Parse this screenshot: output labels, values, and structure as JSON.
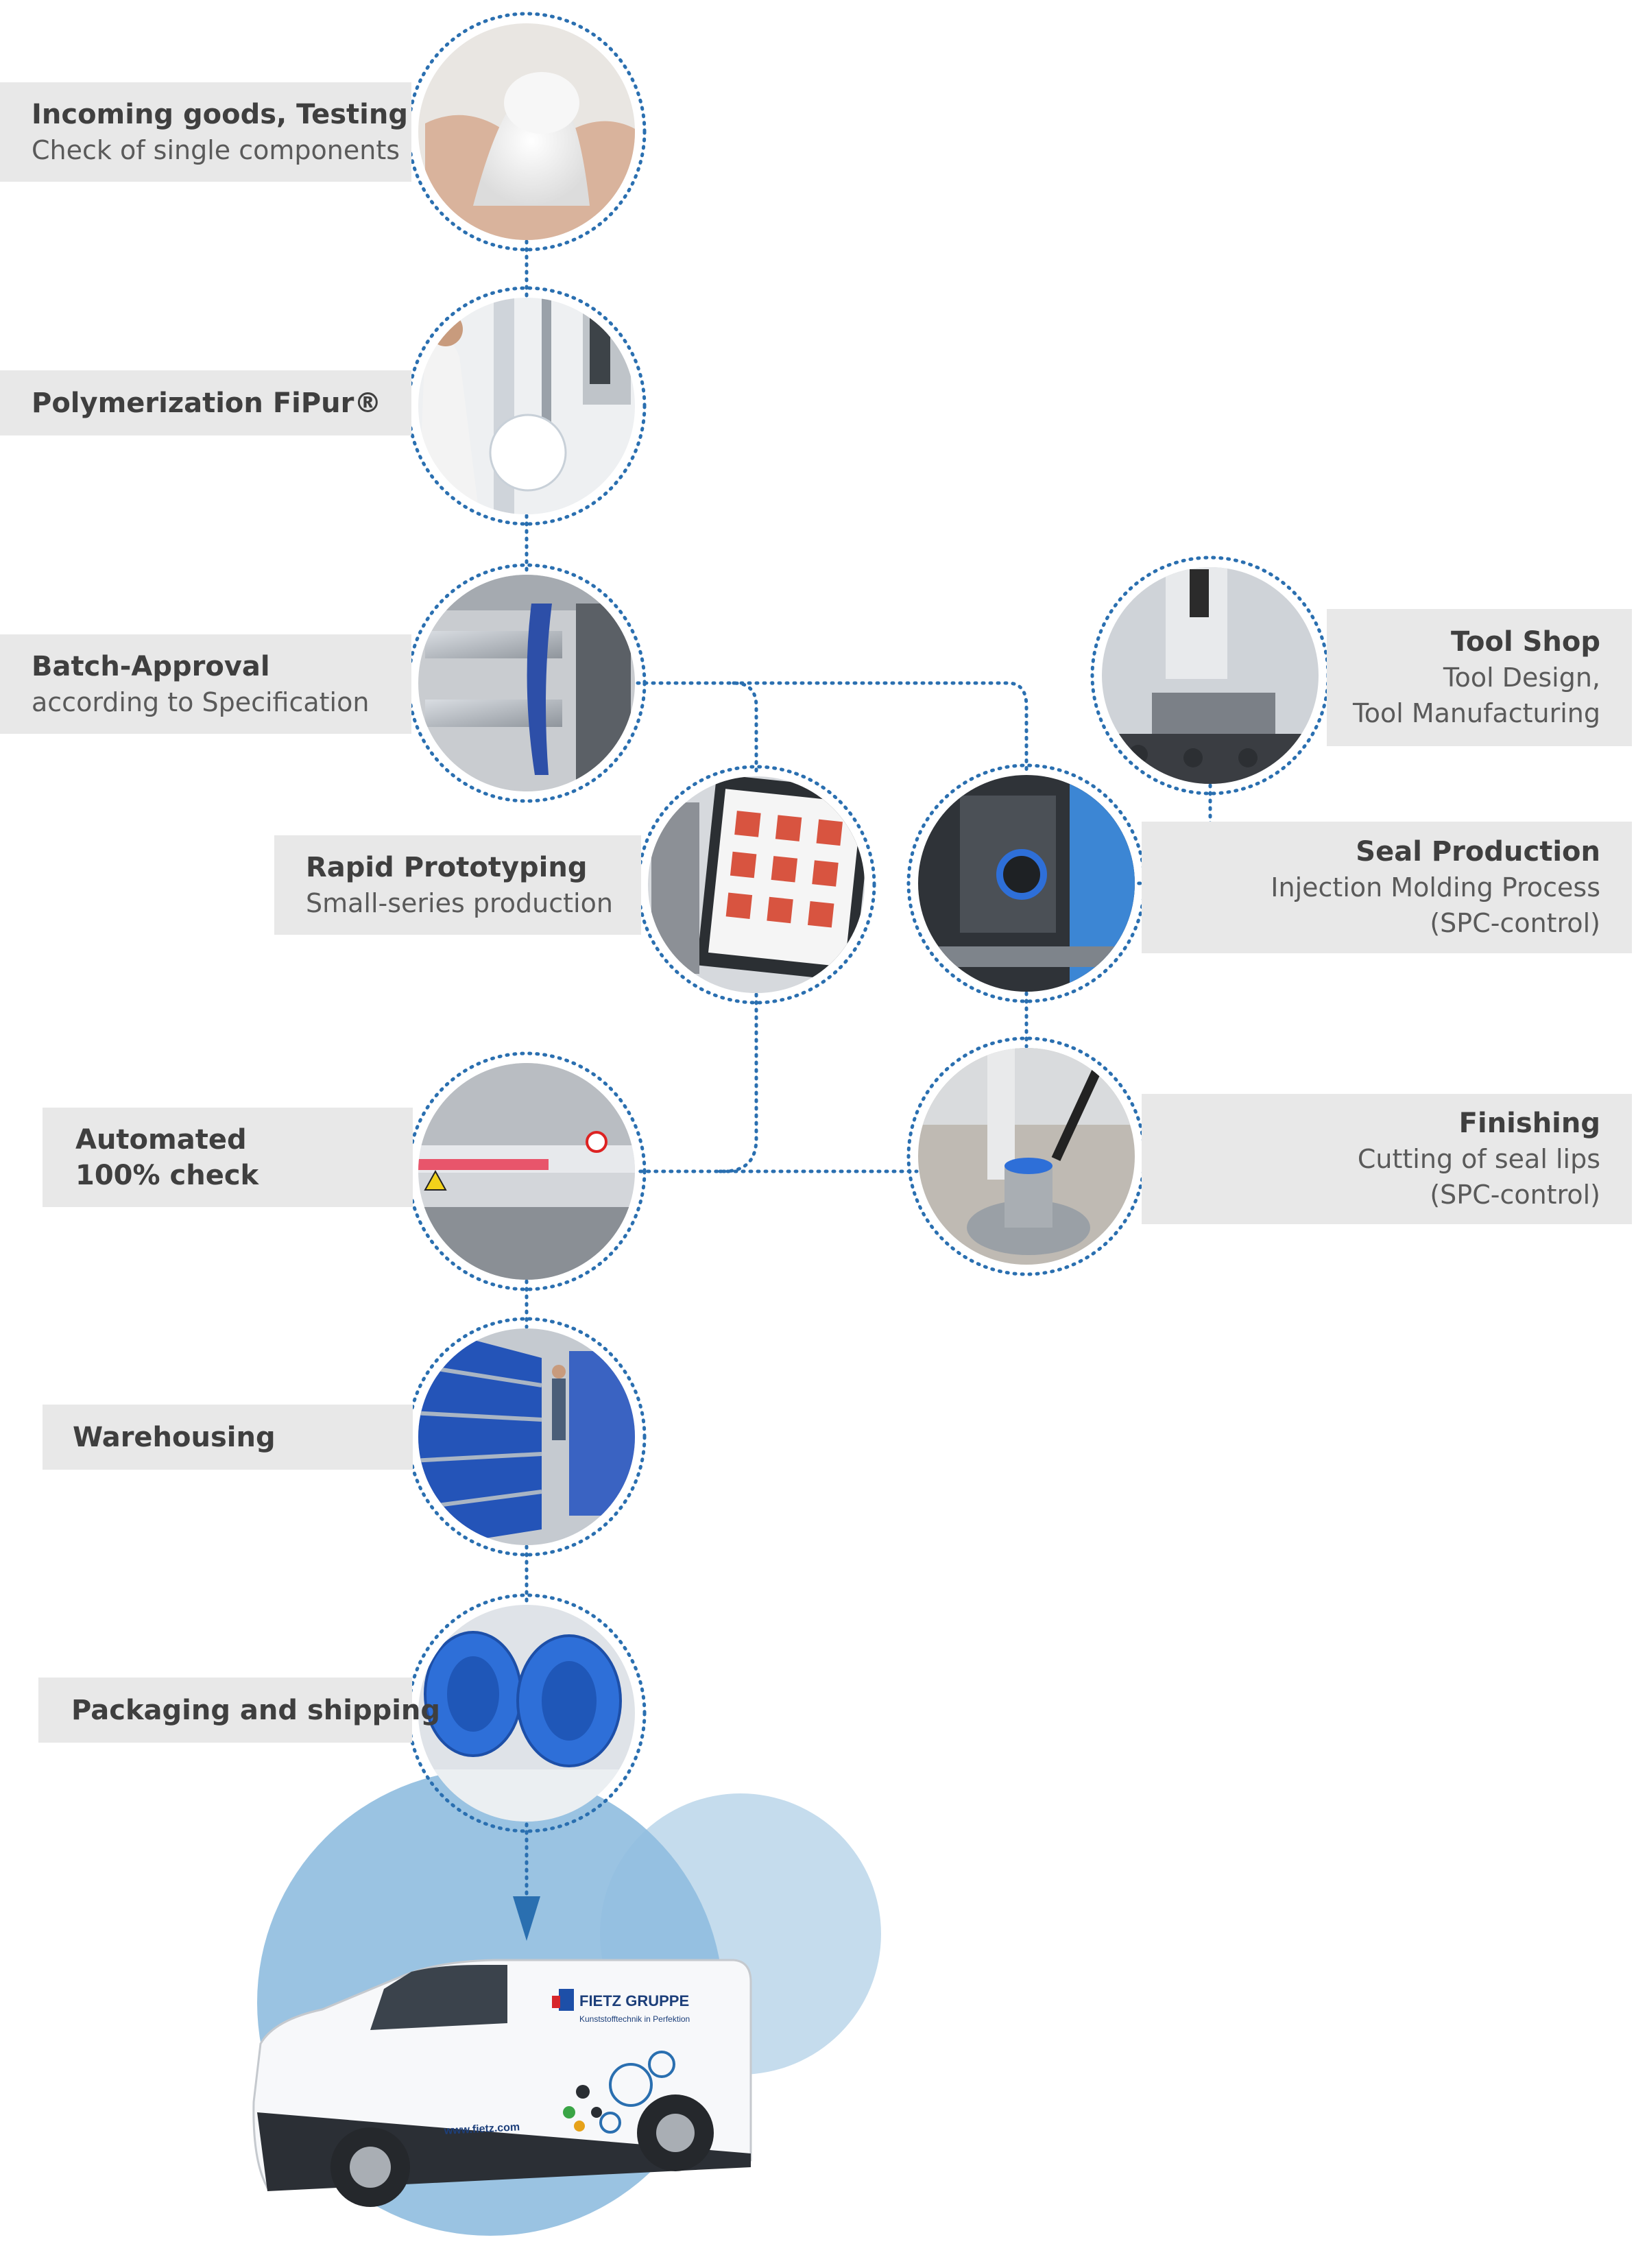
{
  "steps": {
    "incoming": {
      "title": "Incoming goods, Testing",
      "sub": "Check of single components"
    },
    "polymer": {
      "title": "Polymerization FiPur®"
    },
    "batch": {
      "title": "Batch-Approval",
      "sub": "according to Specification"
    },
    "rapid": {
      "title": "Rapid Prototyping",
      "sub": "Small-series production"
    },
    "auto": {
      "title1": "Automated",
      "title2": "100% check"
    },
    "warehouse": {
      "title": "Warehousing"
    },
    "packaging": {
      "title": "Packaging and shipping"
    },
    "toolshop": {
      "title": "Tool Shop",
      "sub1": "Tool Design,",
      "sub2": "Tool Manufacturing"
    },
    "seal": {
      "title": "Seal Production",
      "sub1": "Injection Molding Process",
      "sub2": "(SPC-control)"
    },
    "finishing": {
      "title": "Finishing",
      "sub1": "Cutting of seal lips",
      "sub2": "(SPC-control)"
    }
  },
  "van": {
    "brand": "FIETZ GRUPPE",
    "tagline": "Kunststofftechnik in Perfektion",
    "url": "www.fietz.com"
  },
  "colors": {
    "dotted": "#2a6fb0",
    "label_bg": "#e8e8e8",
    "bubble_large": "#8fbcdf",
    "bubble_small": "#c5dced",
    "seal_blue": "#2e6fd8"
  }
}
